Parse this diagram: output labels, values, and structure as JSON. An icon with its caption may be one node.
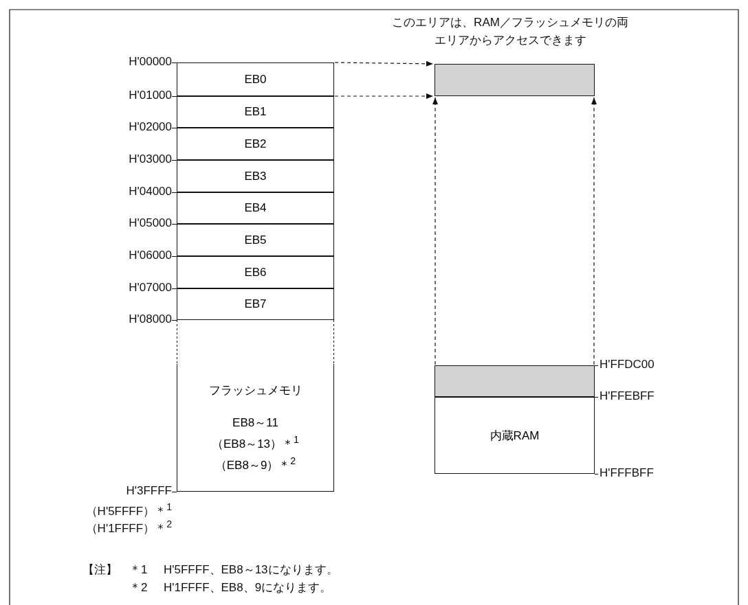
{
  "diagram": {
    "nodes": [
      {
        "text": [
          "EB0"
        ]
      },
      {
        "text": [
          "EB1"
        ]
      },
      {
        "text": [
          "EB2"
        ]
      },
      {
        "text": [
          "EB3"
        ]
      },
      {
        "text": [
          "EB4"
        ]
      },
      {
        "text": [
          "EB5"
        ]
      },
      {
        "text": [
          "EB6"
        ]
      },
      {
        "text": [
          "EB7"
        ]
      },
      {
        "text": [
          "フラッシュメモリ",
          "EB8～11",
          "（EB8～13）＊$^{1}$",
          "（EB8～9）＊$^{2}$"
        ]
      },
      {
        "text": [],
        "shape": "box",
        "beside": [
          "このエリアは、RAM／フラッシュメモリの両エリアからアクセスできます"
        ]
      },
      {
        "text": [],
        "shape": "box"
      },
      {
        "text": [
          "内蔵RAM"
        ]
      }
    ],
    "edges": [
      {
        "from": 0,
        "to": 9,
        "arrow": "to",
        "style": "dashed"
      },
      {
        "from": 0,
        "to": 9,
        "arrow": "to",
        "style": "dashed"
      },
      {
        "from": 10,
        "to": 9,
        "arrow": "to",
        "style": "dashed"
      },
      {
        "from": 10,
        "to": 9,
        "arrow": "to",
        "style": "dashed"
      }
    ],
    "labels": [
      "H'00000",
      "H'01000",
      "H'02000",
      "H'03000",
      "H'04000",
      "H'05000",
      "H'06000",
      "H'07000",
      "H'08000",
      "H'3FFFF",
      "（H'5FFFF）＊$^{1}$",
      "（H'1FFFF）＊$^{2}$",
      "H'FFDC00",
      "H'FFEBFF",
      "H'FFFBFF",
      "【注】",
      "＊1",
      "H'5FFFF、EB8～13になります。",
      "＊2",
      "H'1FFFF、EB8、9になります。"
    ]
  }
}
